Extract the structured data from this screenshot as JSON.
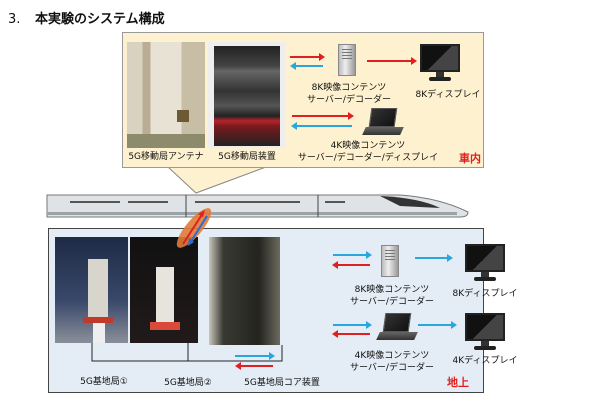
{
  "title": {
    "number": "3.",
    "text": "本実験のシステム構成"
  },
  "car": {
    "area_label": "車内",
    "antenna_label": "5G移動局アンテナ",
    "equipment_label": "5G移動局装置",
    "server8k_label_1": "8K映像コンテンツ",
    "server8k_label_2": "サーバー/デコーダー",
    "display8k_label": "8Kディスプレイ",
    "laptop4k_label_1": "4K映像コンテンツ",
    "laptop4k_label_2": "サーバー/デコーダー/ディスプレイ"
  },
  "ground": {
    "area_label": "地上",
    "base1_label": "5G基地局①",
    "base2_label": "5G基地局②",
    "core_label": "5G基地局コア装置",
    "server8k_label_1": "8K映像コンテンツ",
    "server8k_label_2": "サーバー/デコーダー",
    "display8k_label": "8Kディスプレイ",
    "server4k_label_1": "4K映像コンテンツ",
    "server4k_label_2": "サーバー/デコーダー",
    "display4k_label": "4Kディスプレイ"
  },
  "colors": {
    "car_bg": "#fdf1cf",
    "ground_bg": "#e4edf6",
    "downlink": "#e02020",
    "uplink": "#2aa6de"
  }
}
